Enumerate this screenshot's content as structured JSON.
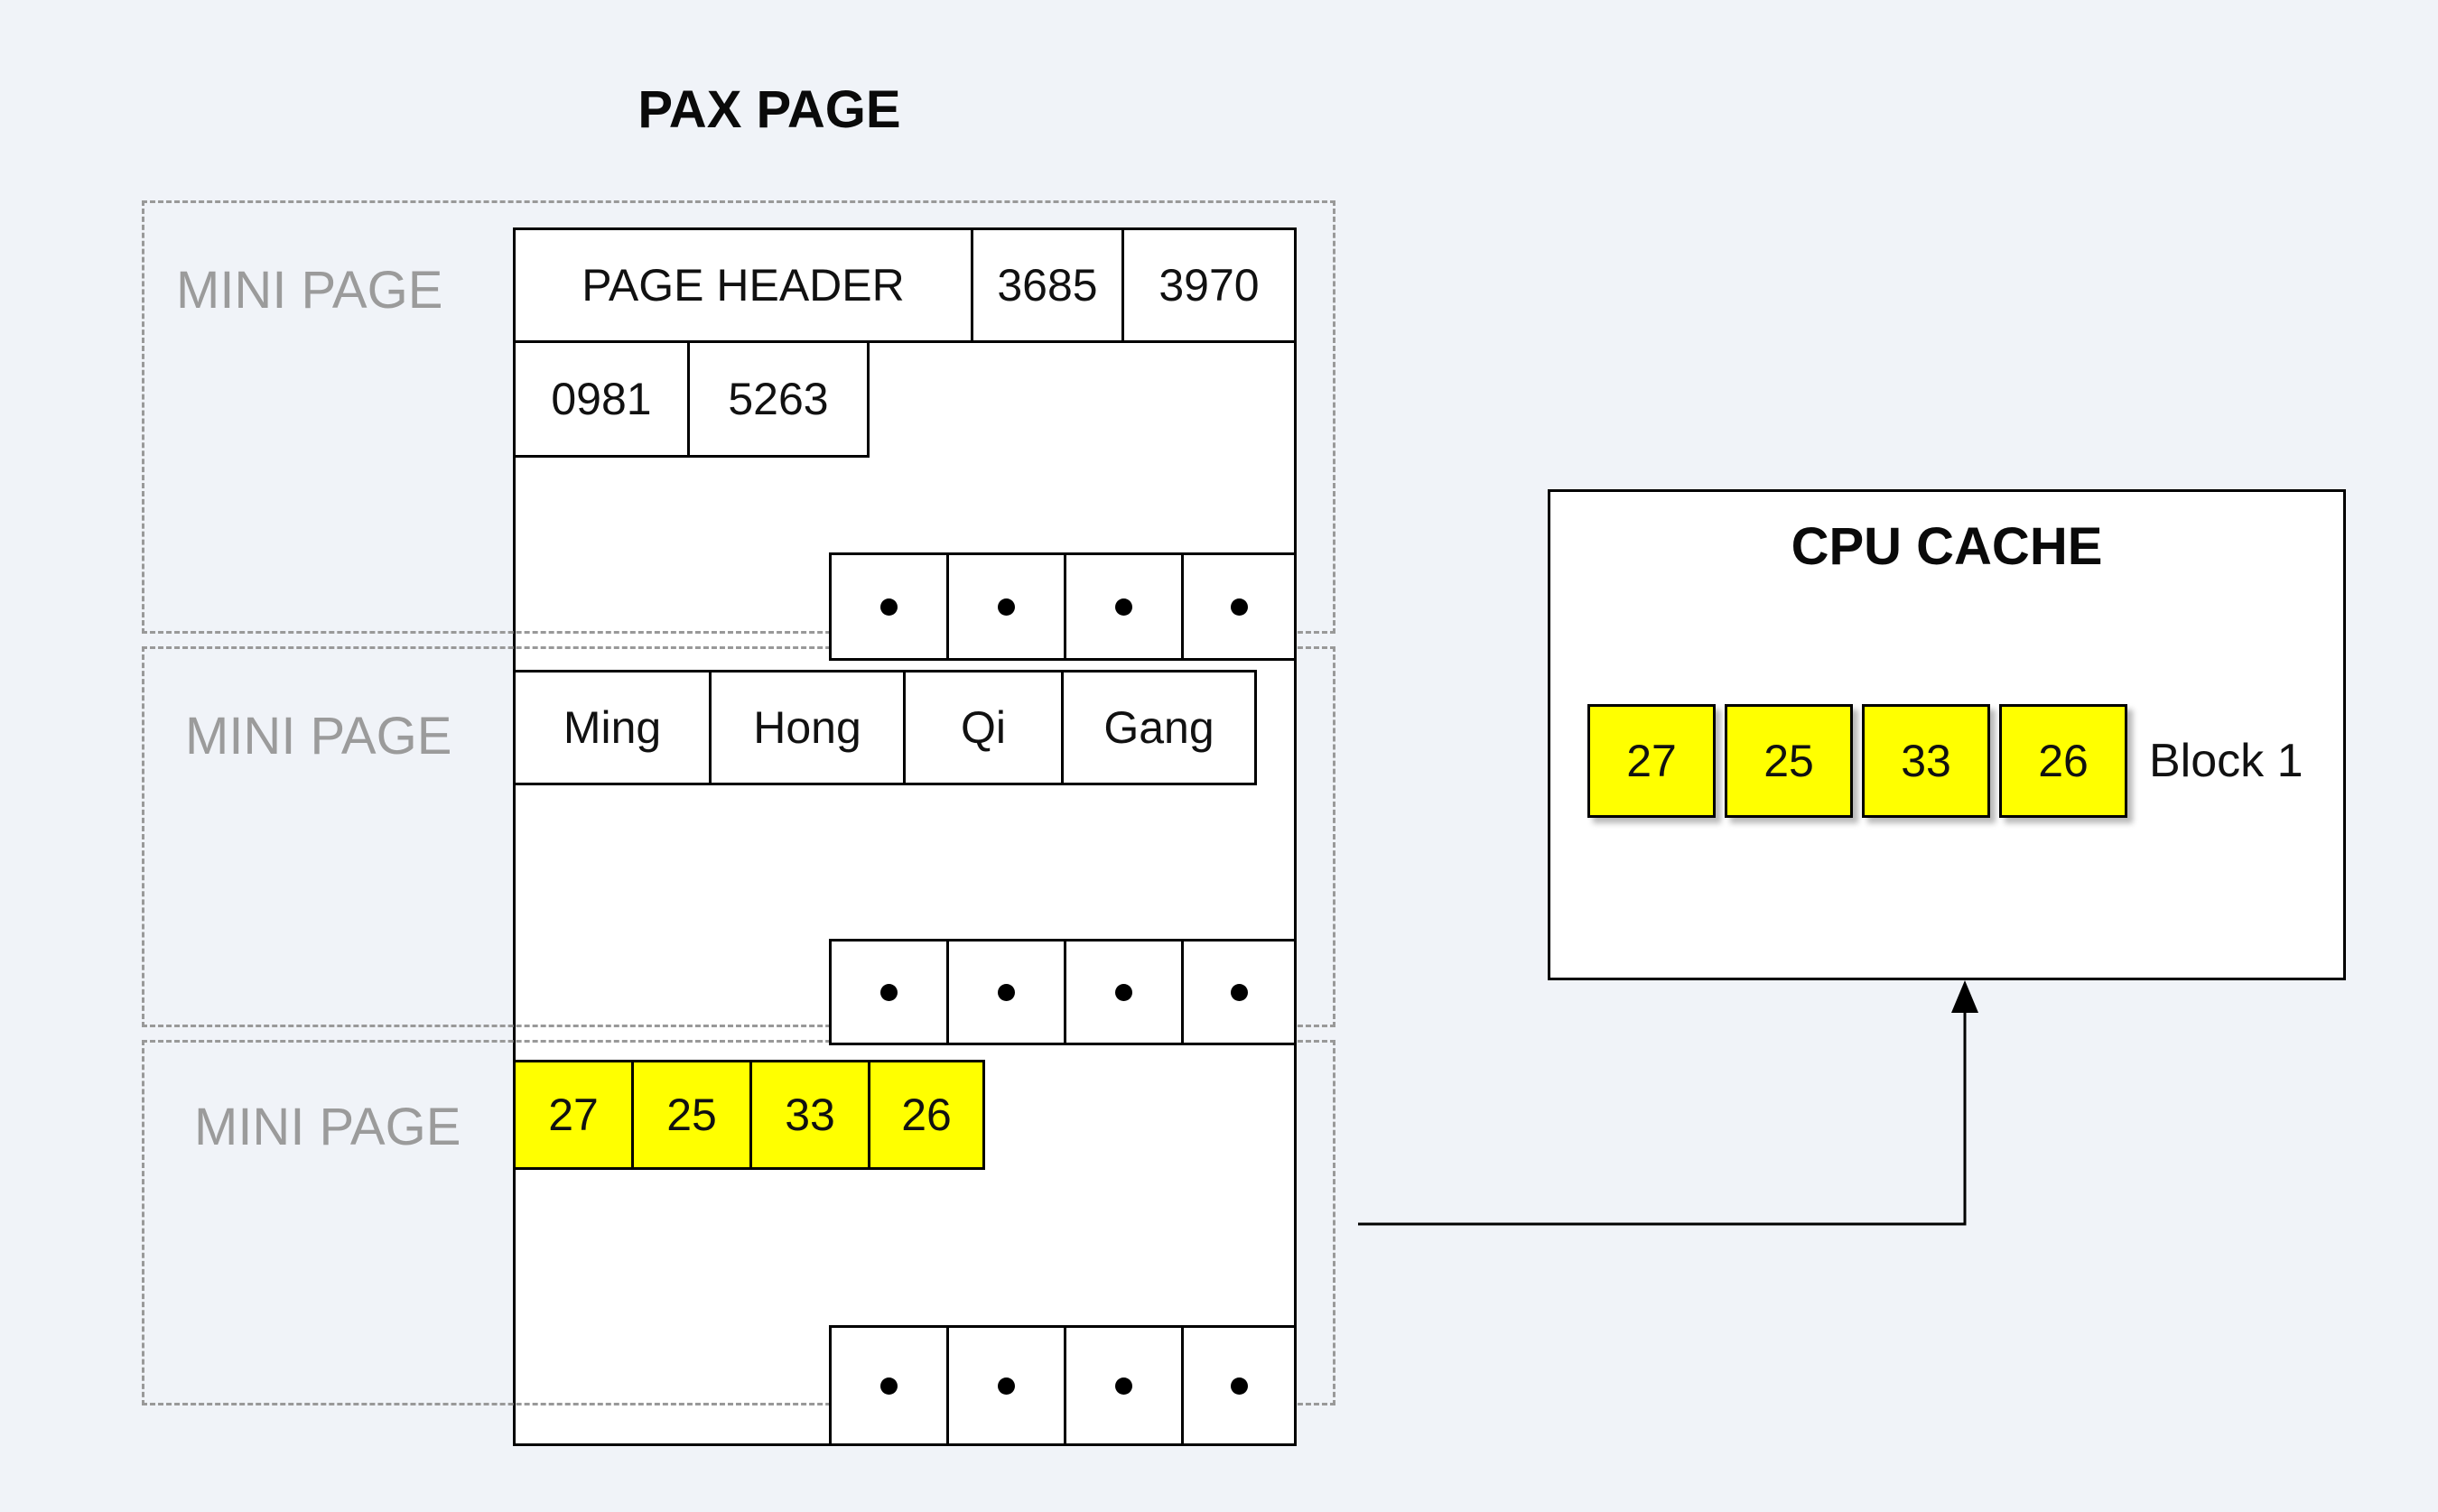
{
  "diagram_title": "PAX PAGE",
  "pax_page": {
    "mini_page_label": "MINI PAGE",
    "header": {
      "label": "PAGE HEADER",
      "row1_values": [
        "3685",
        "3970"
      ],
      "row2_values": [
        "0981",
        "5263"
      ]
    },
    "name_row": [
      "Ming",
      "Hong",
      "Qi",
      "Gang"
    ],
    "age_row": [
      "27",
      "25",
      "33",
      "26"
    ]
  },
  "cpu_cache": {
    "title": "CPU CACHE",
    "block_values": [
      "27",
      "25",
      "33",
      "26"
    ],
    "block_label": "Block 1"
  },
  "colors": {
    "background": "#f0f3f8",
    "highlight": "#ffff00",
    "dashed_border": "#999999",
    "mini_label_text": "#9b9b9b"
  }
}
